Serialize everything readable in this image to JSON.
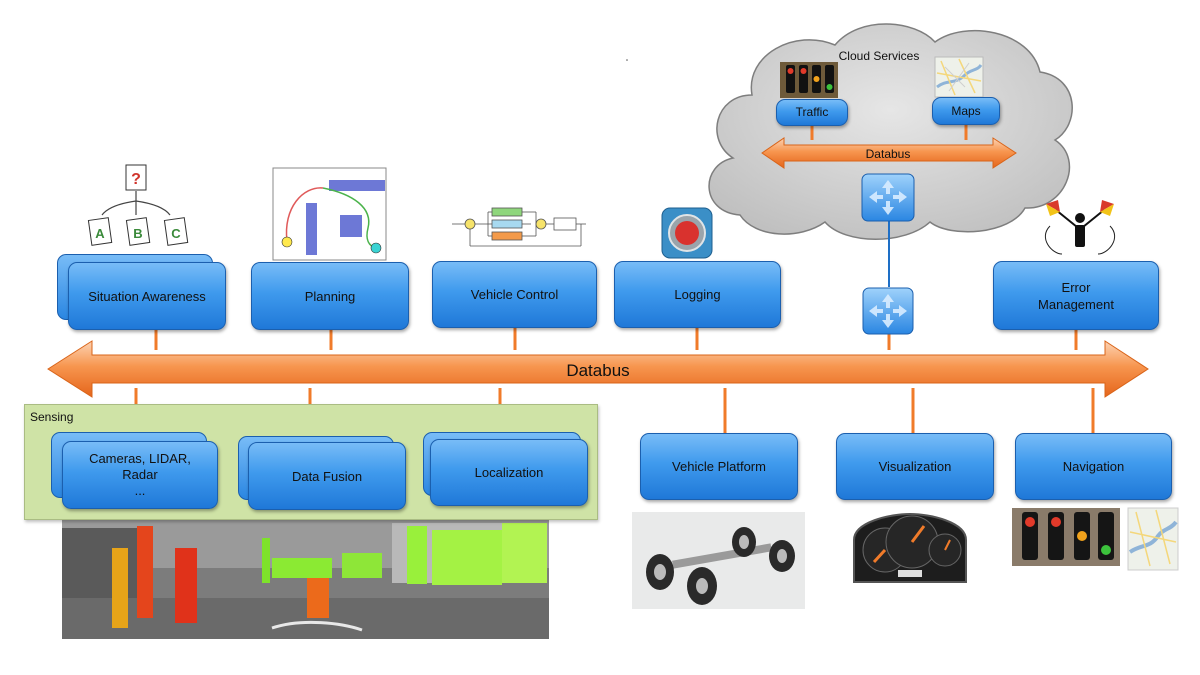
{
  "databus": {
    "main_label": "Databus",
    "cloud_label": "Databus"
  },
  "cloud": {
    "title": "Cloud Services",
    "traffic_label": "Traffic",
    "maps_label": "Maps"
  },
  "upper_modules": {
    "situation_awareness": "Situation Awareness",
    "planning": "Planning",
    "vehicle_control": "Vehicle Control",
    "logging": "Logging",
    "error_management": [
      "Error",
      "Management"
    ]
  },
  "sensing": {
    "title": "Sensing",
    "sensors": [
      "Cameras, LIDAR,",
      "Radar",
      "..."
    ],
    "data_fusion": "Data Fusion",
    "localization": "Localization"
  },
  "lower_modules": {
    "vehicle_platform": "Vehicle Platform",
    "visualization": "Visualization",
    "navigation": "Navigation"
  },
  "decision_icon": {
    "question": "?",
    "options": [
      "A",
      "B",
      "C"
    ]
  },
  "colors": {
    "bus_orange": "#f47c2c",
    "module_blue": "#3f9aed",
    "sensing_green": "#cfe3a6",
    "cloud_gray": "#cfcfcf"
  }
}
